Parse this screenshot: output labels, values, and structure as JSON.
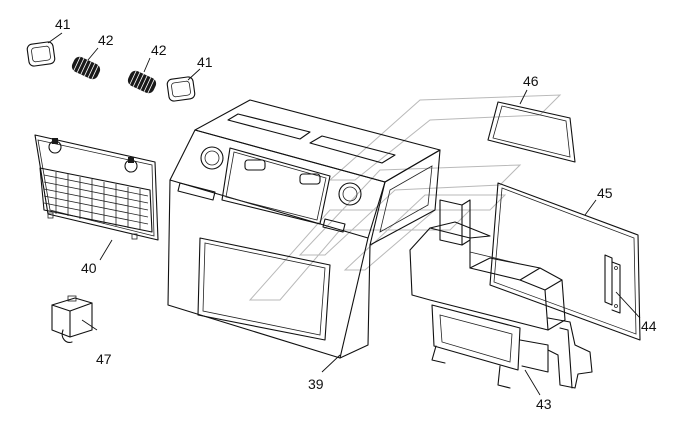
{
  "callouts": {
    "c39": "39",
    "c40": "40",
    "c41a": "41",
    "c41b": "41",
    "c42a": "42",
    "c42b": "42",
    "c43": "43",
    "c44": "44",
    "c45": "45",
    "c46": "46",
    "c47": "47"
  }
}
